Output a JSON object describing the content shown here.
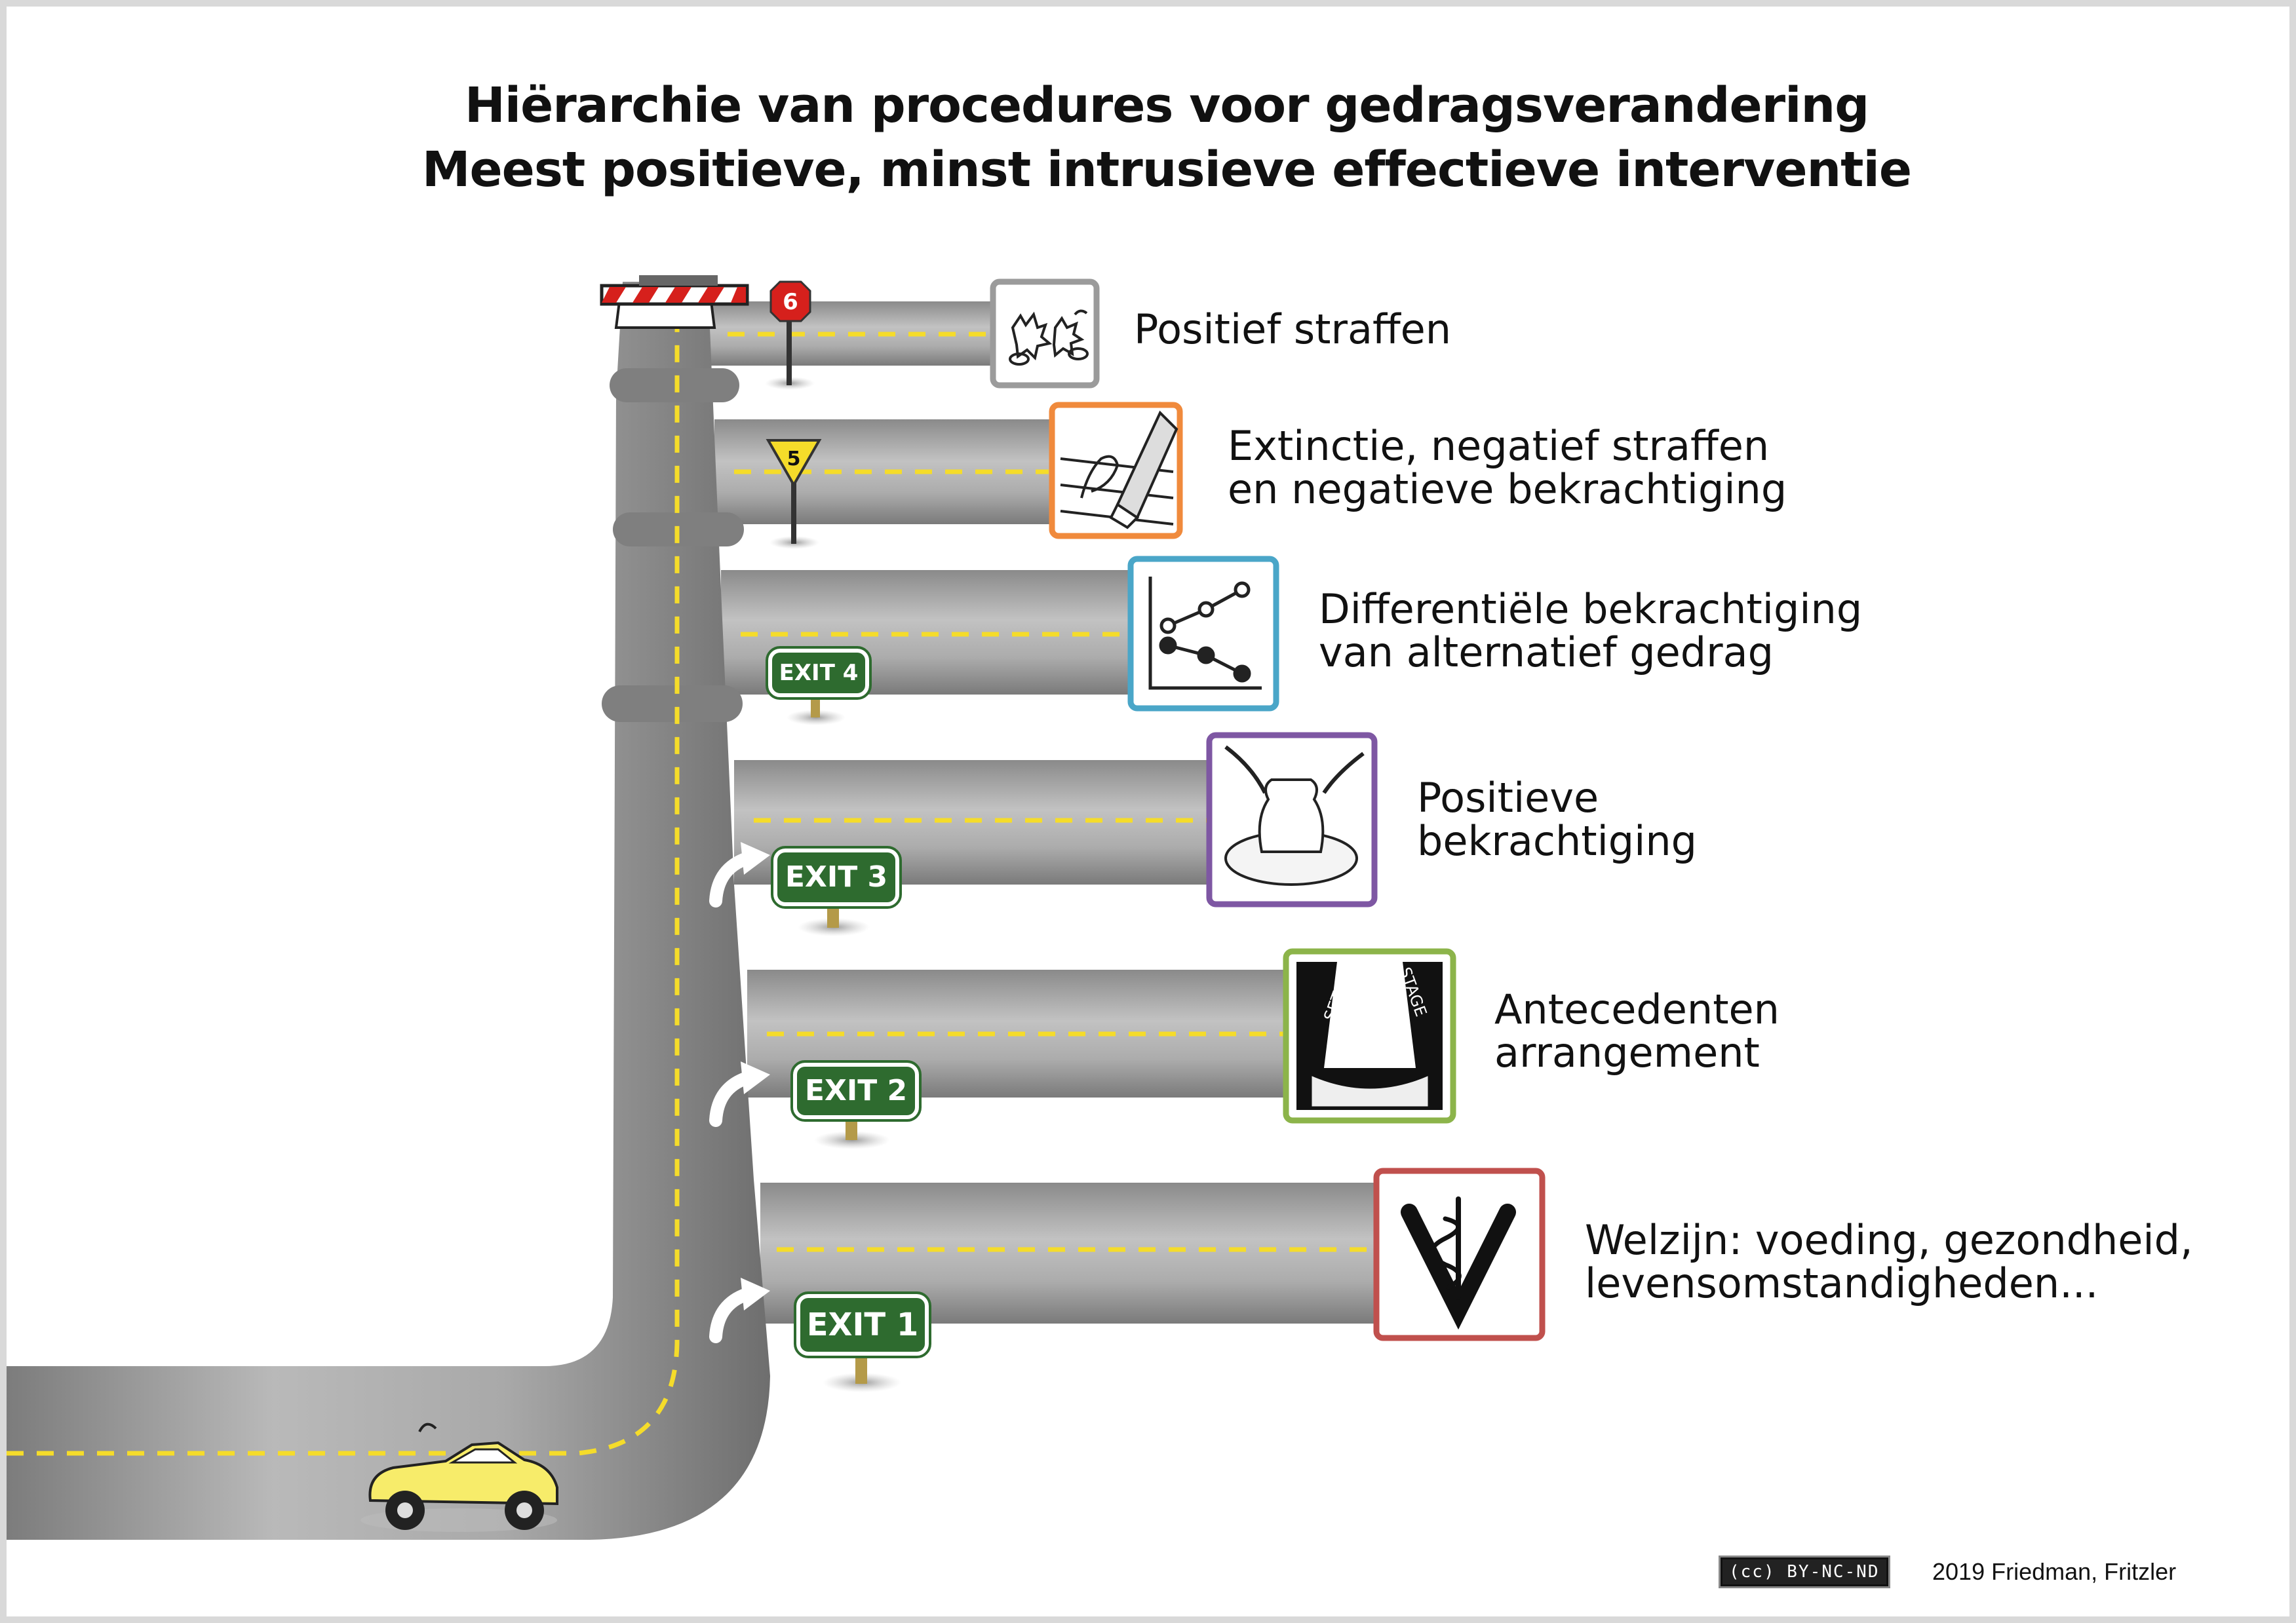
{
  "title": {
    "line1": "Hiërarchie van procedures voor gedragsverandering",
    "line2": "Meest positieve, minst intrusieve effectieve interventie"
  },
  "levels": [
    {
      "label1": "Positief straffen",
      "label2": "",
      "sign": "6",
      "icon": "positive-punishment-icon",
      "color": "#9b9b9b"
    },
    {
      "label1": "Extinctie, negatief straffen",
      "label2": "en negatieve bekrachtiging",
      "sign": "5",
      "icon": "eraser-pencil-icon",
      "color": "#f08a3c"
    },
    {
      "label1": "Differentiële bekrachtiging",
      "label2": "van alternatief gedrag",
      "sign": "EXIT 4",
      "icon": "line-graph-icon",
      "color": "#4aa6c8"
    },
    {
      "label1": "Positieve",
      "label2": "bekrachtiging",
      "sign": "EXIT 3",
      "icon": "pottery-wheel-icon",
      "color": "#7e57a3"
    },
    {
      "label1": "Antecedenten",
      "label2": "arrangement",
      "sign": "EXIT 2",
      "icon": "set-the-stage-icon",
      "color": "#8cb44a"
    },
    {
      "label1": "Welzijn: voeding, gezondheid,",
      "label2": "levensomstandigheden...",
      "sign": "EXIT 1",
      "icon": "veterinary-caduceus-icon",
      "color": "#c0504d"
    }
  ],
  "stage_text": {
    "left": "SET THE",
    "right": "STAGE"
  },
  "footer": {
    "license": "(cc) BY-NC-ND",
    "credit": "2019 Friedman, Fritzler"
  }
}
